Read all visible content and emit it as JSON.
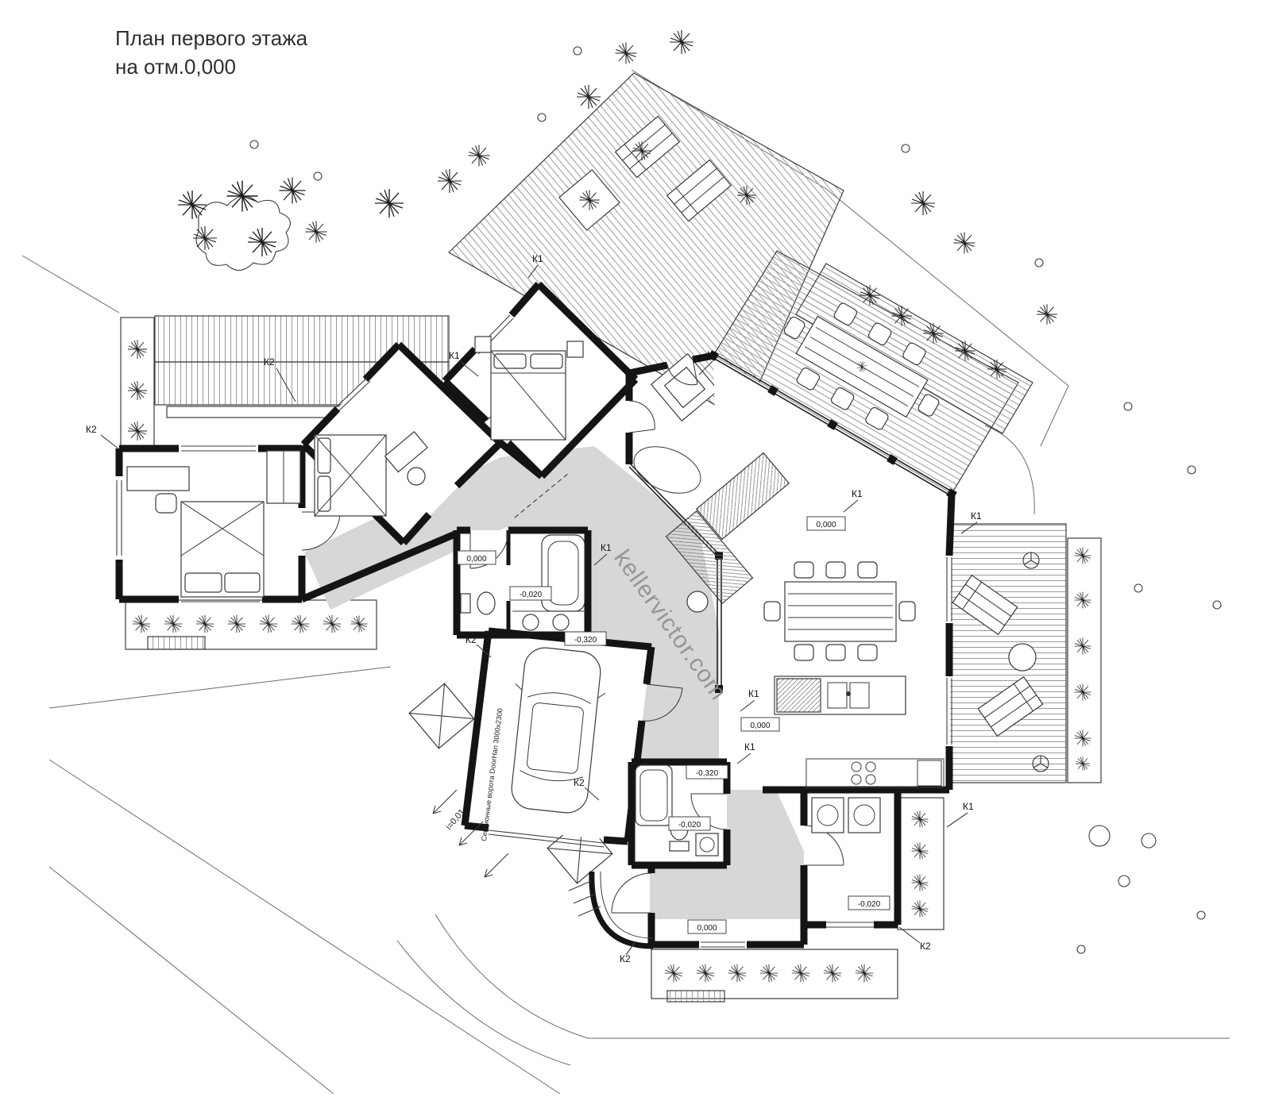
{
  "title": {
    "line1": "План первого этажа",
    "line2": "на отм.0,000"
  },
  "watermark": "kellervictor.com",
  "notes": {
    "garage_door": "Секционные ворота DoorHan 3000х2300",
    "slope": "i=0,01"
  },
  "markers": [
    {
      "label": "К1"
    },
    {
      "label": "К2"
    },
    {
      "label": "К1"
    },
    {
      "label": "К2"
    },
    {
      "label": "К1"
    },
    {
      "label": "К1"
    },
    {
      "label": "К1"
    },
    {
      "label": "К1"
    },
    {
      "label": "К1"
    },
    {
      "label": "К1"
    },
    {
      "label": "К2"
    },
    {
      "label": "К2"
    },
    {
      "label": "К1"
    },
    {
      "label": "К2"
    },
    {
      "label": "К2"
    }
  ],
  "elevations": [
    {
      "value": "0,000"
    },
    {
      "value": "0,000"
    },
    {
      "value": "0,000"
    },
    {
      "value": "0,000"
    },
    {
      "value": "-0,020"
    },
    {
      "value": "-0,020"
    },
    {
      "value": "-0,020"
    },
    {
      "value": "-0,320"
    },
    {
      "value": "-0,320"
    }
  ]
}
